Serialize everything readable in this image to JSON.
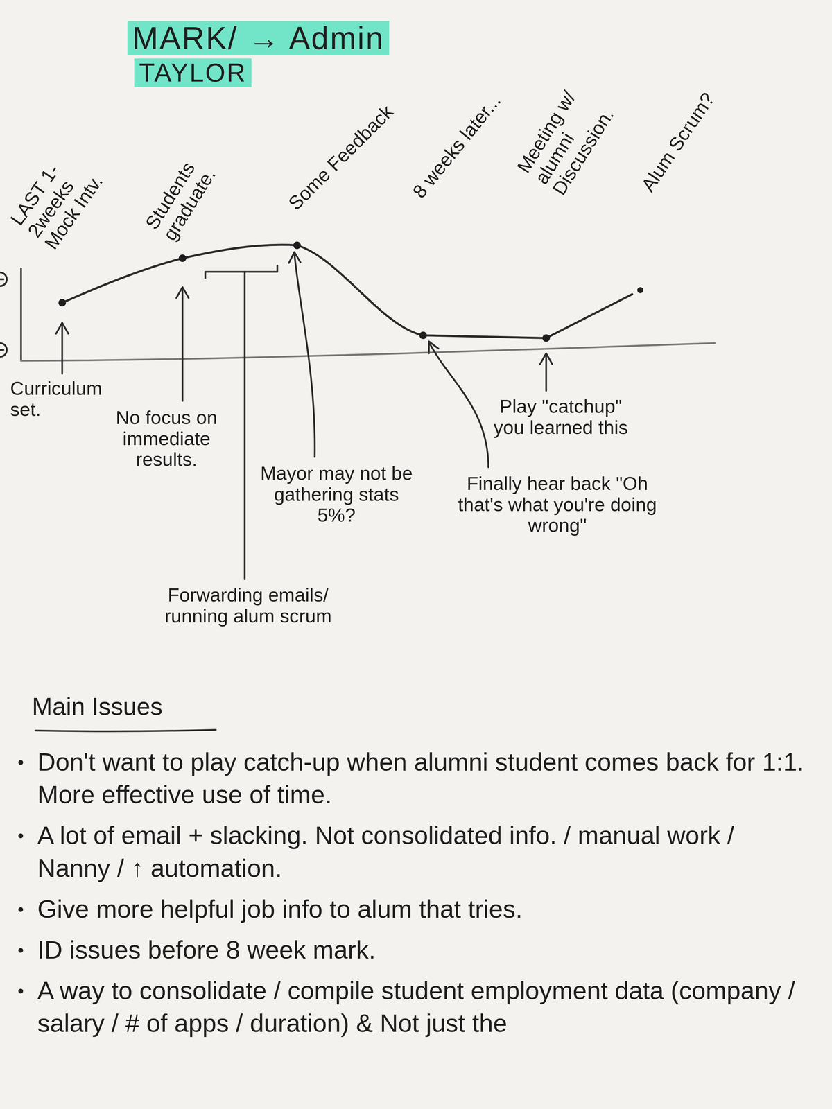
{
  "diagram": {
    "title": "MARK/ → Admin",
    "labels": [
      "TAYLOR",
      "LAST 1-2weeks Mock Intv.",
      "Students graduate.",
      "Some Feedback",
      "8 weeks later...",
      "Meeting w/ alumni Discussion.",
      "Alum Scrum?",
      "Curriculum set.",
      "No focus on immediate results.",
      "Forwarding emails/ running alum scrum",
      "Mayor may not be gathering stats 5%?",
      "Finally hear back \"Oh that's what you're doing wrong\"",
      "Play \"catchup\" you learned this",
      "Main Issues",
      "Don't want to play catch-up when alumni student comes back for 1:1. More effective use of time.",
      "A lot of email + slacking. Not consolidated info. / manual work / Nanny / ↑ automation.",
      "Give more helpful job info to alum that tries.",
      "ID issues before 8 week mark.",
      "A way to consolidate / compile student employment data (company / salary / # of apps / duration) & Not just the"
    ]
  }
}
